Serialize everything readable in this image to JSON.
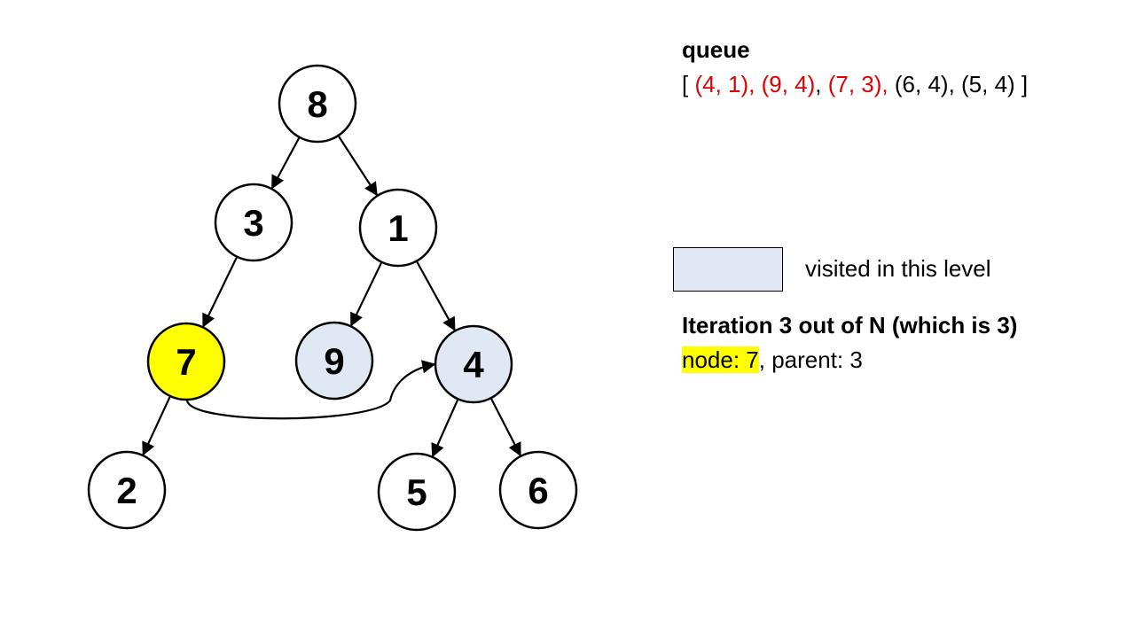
{
  "colors": {
    "highlight": "#ffff00",
    "visited": "#dfe8f3",
    "queue_red": "#e00000",
    "default_node": "#ffffff"
  },
  "tree": {
    "nodes": [
      {
        "id": "n8",
        "label": "8",
        "state": "default"
      },
      {
        "id": "n3",
        "label": "3",
        "state": "default"
      },
      {
        "id": "n1",
        "label": "1",
        "state": "default"
      },
      {
        "id": "n7",
        "label": "7",
        "state": "current"
      },
      {
        "id": "n9",
        "label": "9",
        "state": "visited"
      },
      {
        "id": "n4",
        "label": "4",
        "state": "visited"
      },
      {
        "id": "n2",
        "label": "2",
        "state": "default"
      },
      {
        "id": "n5",
        "label": "5",
        "state": "default"
      },
      {
        "id": "n6",
        "label": "6",
        "state": "default"
      }
    ],
    "edges": [
      {
        "from": "n8",
        "to": "n3"
      },
      {
        "from": "n8",
        "to": "n1"
      },
      {
        "from": "n3",
        "to": "n7"
      },
      {
        "from": "n1",
        "to": "n9"
      },
      {
        "from": "n1",
        "to": "n4"
      },
      {
        "from": "n7",
        "to": "n2"
      },
      {
        "from": "n4",
        "to": "n5"
      },
      {
        "from": "n4",
        "to": "n6"
      }
    ],
    "link": {
      "from": "n7",
      "to": "n4"
    }
  },
  "queue": {
    "title": "queue",
    "open": "[ ",
    "items": [
      {
        "text": "(4, 1)",
        "red": true
      },
      {
        "text": "(9, 4)",
        "red": true
      },
      {
        "text": "(7, 3)",
        "red": true
      },
      {
        "text": "(6, 4)",
        "red": false
      },
      {
        "text": "(5, 4)",
        "red": false
      }
    ],
    "close": " ]"
  },
  "legend": {
    "label": "visited in this level"
  },
  "iteration": {
    "title": "Iteration 3 out of N (which is 3)",
    "node_text": "node: 7",
    "parent_text": ", parent: 3"
  }
}
